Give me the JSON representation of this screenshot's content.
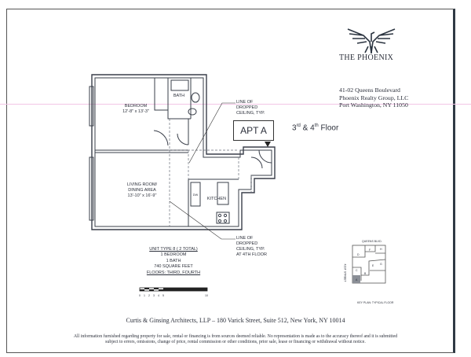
{
  "brand": {
    "name": "THE PHOENIX",
    "address_lines": [
      "41-02 Queens Boulevard",
      "Phoenix Realty Group, LLC",
      "Port Washington, NY 11050"
    ]
  },
  "apartment": {
    "label": "APT A",
    "floor_num1": "3",
    "floor_sup1": "rd",
    "floor_and": " & ",
    "floor_num2": "4",
    "floor_sup2": "th",
    "floor_word": " Floor"
  },
  "rooms": {
    "bedroom": {
      "name": "BEDROOM",
      "size": "12'-8\" x 13'-3\""
    },
    "bath": {
      "name": "BATH"
    },
    "living": {
      "name1": "LIVING ROOM/",
      "name2": "DINING AREA",
      "size": "13'-10\" x 16'-9\""
    },
    "kitchen": {
      "name": "KITCHEN"
    },
    "dw": "DW"
  },
  "notes": {
    "dropped_ceiling_1": [
      "LINE OF",
      "DROPPED",
      "CEILING, TYP."
    ],
    "dropped_ceiling_2": [
      "LINE OF",
      "DROPPED",
      "CEILING, TYP.",
      "AT 4TH FLOOR"
    ]
  },
  "unit_info": {
    "type": "UNIT TYPE 8 ( 2 TOTAL)",
    "bedrooms": "1 BEDROOM",
    "baths": "1 BATH",
    "area": "740 SQUARE FEET",
    "floors": "FLOORS: THIRD, FOURTH"
  },
  "scale_bar": {
    "ticks": [
      "0",
      "1",
      "2",
      "3",
      "4",
      "5",
      "10"
    ]
  },
  "key_plan": {
    "street_top": "QUEENS BLVD.",
    "street_side": "41ST STREET",
    "caption": "KEY PLAN: TYPICAL FLOOR",
    "units": [
      "D",
      "F",
      "H",
      "C",
      "B",
      "E",
      "G",
      "A"
    ]
  },
  "footer": {
    "architect": "Curtis & Ginsing Architects, LLP – 180 Varick Street, Suite 512, New York, NY 10014",
    "disclaimer_1": "All information furnished regarding property for sale, rental or financing is from sources deemed reliable. No representation is made as to the accuracy thereof and it is submitted",
    "disclaimer_2": "subject to errors, omissions, change of price, rental commission or other conditions, prior sale, lease or financing or withdrawal without notice."
  }
}
